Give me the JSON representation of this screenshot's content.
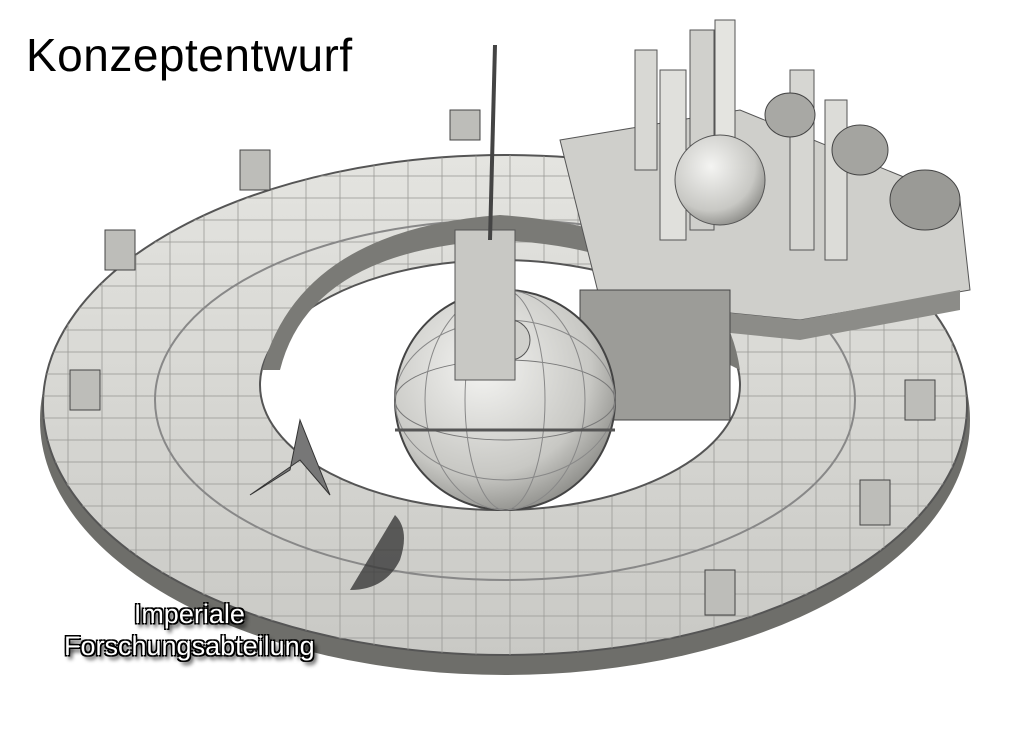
{
  "title": "Konzeptentwurf",
  "caption": {
    "line1": "Imperiale",
    "line2": "Forschungsabteilung"
  },
  "colors": {
    "hull": "#d9d9d6",
    "hull_dark": "#8c8c88",
    "shadow": "#3a3a3a"
  }
}
